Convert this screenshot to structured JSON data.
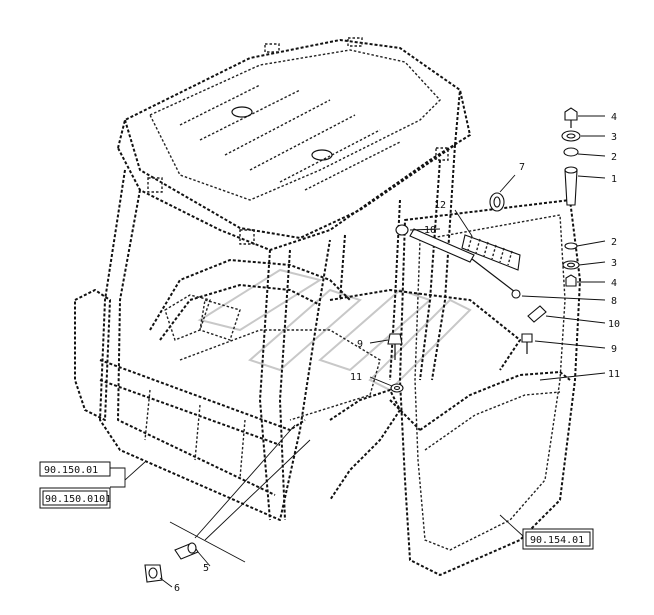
{
  "callouts": {
    "c1": "1",
    "c2a": "2",
    "c2b": "2",
    "c3a": "3",
    "c3b": "3",
    "c4a": "4",
    "c4b": "4",
    "c5": "5",
    "c6": "6",
    "c7": "7",
    "c8": "8",
    "c9a": "9",
    "c9b": "9",
    "c10a": "10",
    "c10b": "10",
    "c11a": "11",
    "c11b": "11",
    "c12": "12"
  },
  "references": {
    "ref1": "90.150.01",
    "ref2": "90.150.0101",
    "ref3": "90.154.01"
  },
  "colors": {
    "line": "#111111",
    "watermark": "#c8c8c8",
    "background": "#ffffff"
  }
}
